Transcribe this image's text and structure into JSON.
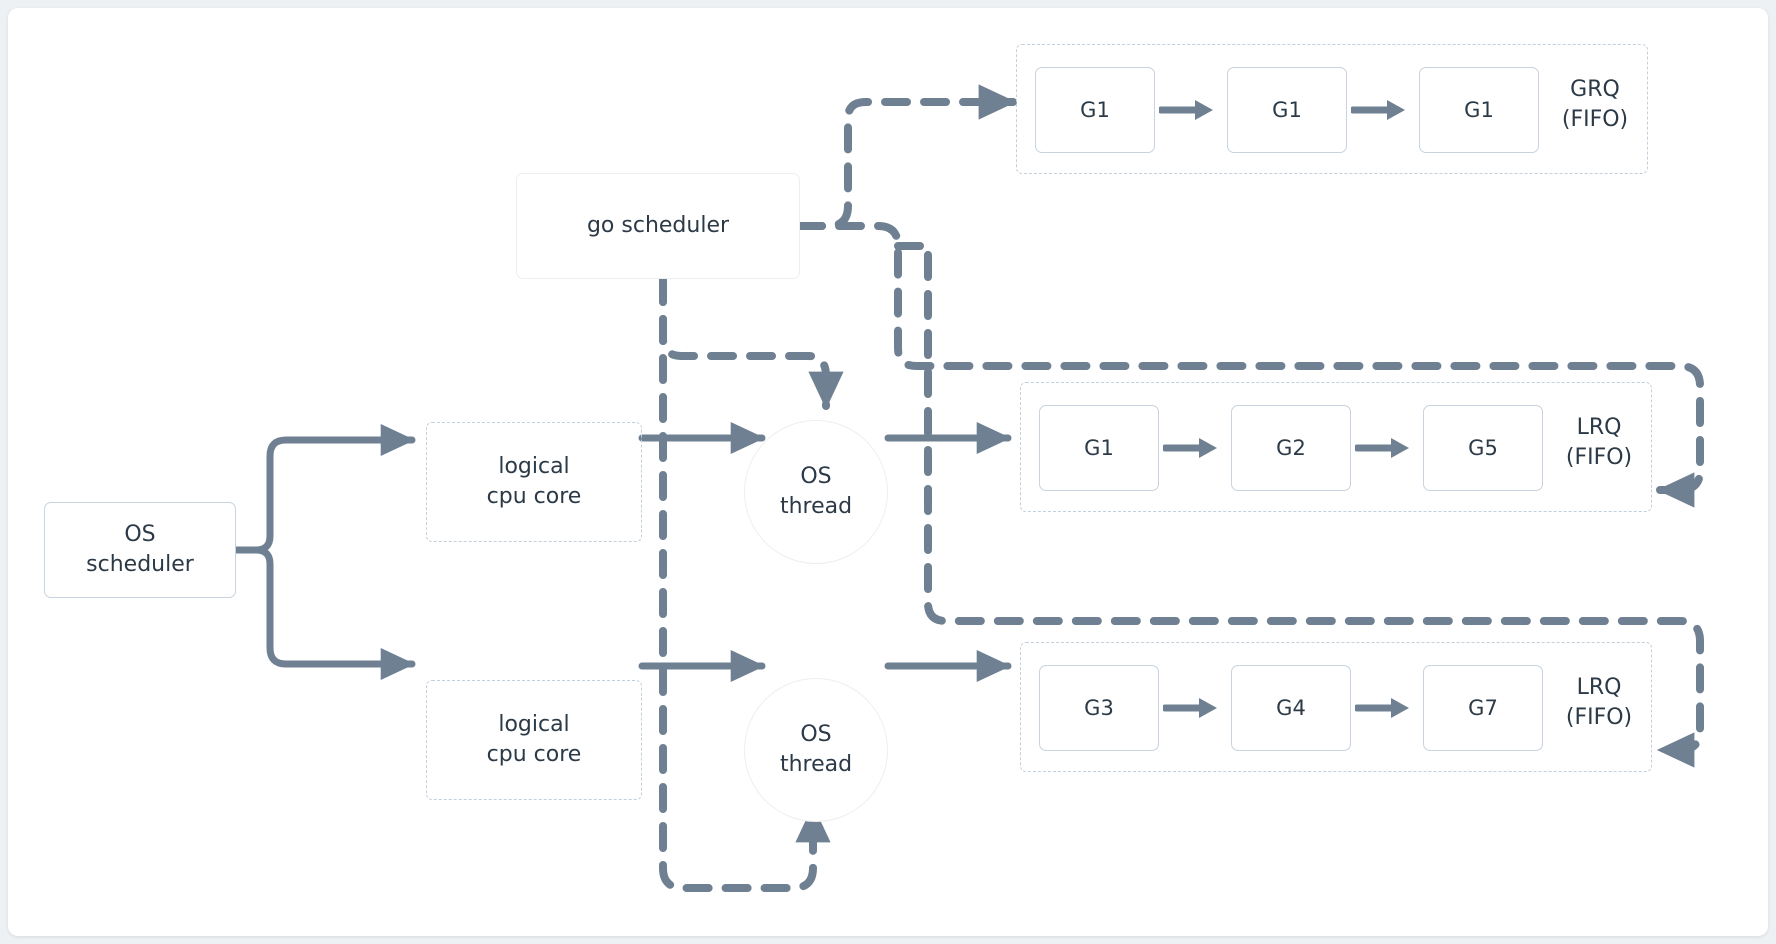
{
  "canvas": {
    "background": "#ffffff",
    "page_background": "#eef1f4",
    "accent_line": "#6e8091",
    "dashed_container": "#c3d0dc",
    "box_border": "#c7d3de",
    "text_color": "#2c3a47"
  },
  "nodes": {
    "os_scheduler": "OS\nscheduler",
    "go_scheduler": "go scheduler",
    "logical_cpu_core_1": "logical\ncpu core",
    "logical_cpu_core_2": "logical\ncpu core",
    "os_thread_1": "OS\nthread",
    "os_thread_2": "OS\nthread"
  },
  "queues": [
    {
      "id": "grq",
      "label": "GRQ\n(FIFO)",
      "goroutines": [
        "G1",
        "G1",
        "G1"
      ]
    },
    {
      "id": "lrq-1",
      "label": "LRQ\n(FIFO)",
      "goroutines": [
        "G1",
        "G2",
        "G5"
      ]
    },
    {
      "id": "lrq-2",
      "label": "LRQ\n(FIFO)",
      "goroutines": [
        "G3",
        "G4",
        "G7"
      ]
    }
  ]
}
